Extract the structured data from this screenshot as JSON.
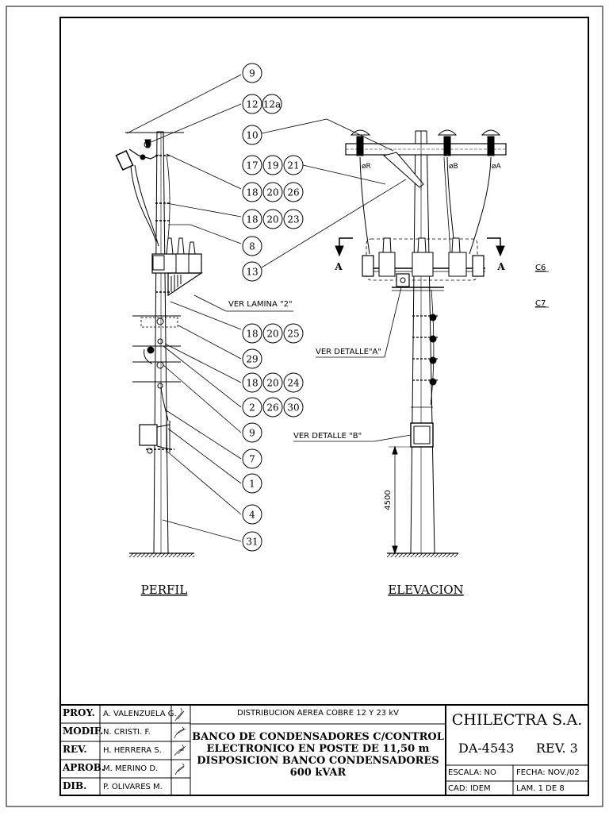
{
  "views": {
    "profile_title": "PERFIL",
    "elevation_title": "ELEVACION"
  },
  "callouts": [
    "9",
    "12",
    "12a",
    "10",
    "17",
    "19",
    "21",
    "18",
    "20",
    "26",
    "18",
    "20",
    "23",
    "8",
    "13",
    "18",
    "20",
    "25",
    "29",
    "18",
    "20",
    "24",
    "2",
    "26",
    "30",
    "9",
    "7",
    "1",
    "4",
    "31"
  ],
  "notes": {
    "ver_lamina": "VER LAMINA \"2\"",
    "ver_detalle_a": "VER DETALLE\"A\"",
    "ver_detalle_b": "VER DETALLE \"B\""
  },
  "section": {
    "left": "A",
    "right": "A"
  },
  "phases": {
    "r": "øR",
    "b": "øB",
    "a": "øA"
  },
  "grid_refs": {
    "c6": "C6",
    "c7": "C7"
  },
  "dimension": "4500",
  "title_block": {
    "rows": [
      {
        "label": "PROY.",
        "name": "A. VALENZUELA G."
      },
      {
        "label": "MODIF.",
        "name": "N. CRISTI. F."
      },
      {
        "label": "REV.",
        "name": "H. HERRERA S."
      },
      {
        "label": "APROB.",
        "name": "M. MERINO D."
      },
      {
        "label": "DIB.",
        "name": "P. OLIVARES M."
      }
    ],
    "subtitle": "DISTRIBUCION AEREA COBRE 12 Y 23 kV",
    "title": "BANCO DE CONDENSADORES C/CONTROL\nELECTRONICO EN POSTE DE 11,50 m\nDISPOSICION BANCO CONDENSADORES\n600 kVAR",
    "company": "CHILECTRA S.A.",
    "drawing_number": "DA-4543",
    "revision": "REV. 3",
    "escala": "ESCALA:  NO",
    "fecha": "FECHA: NOV./02",
    "cad": "CAD: IDEM",
    "lamina": "LAM. 1 DE 8"
  }
}
